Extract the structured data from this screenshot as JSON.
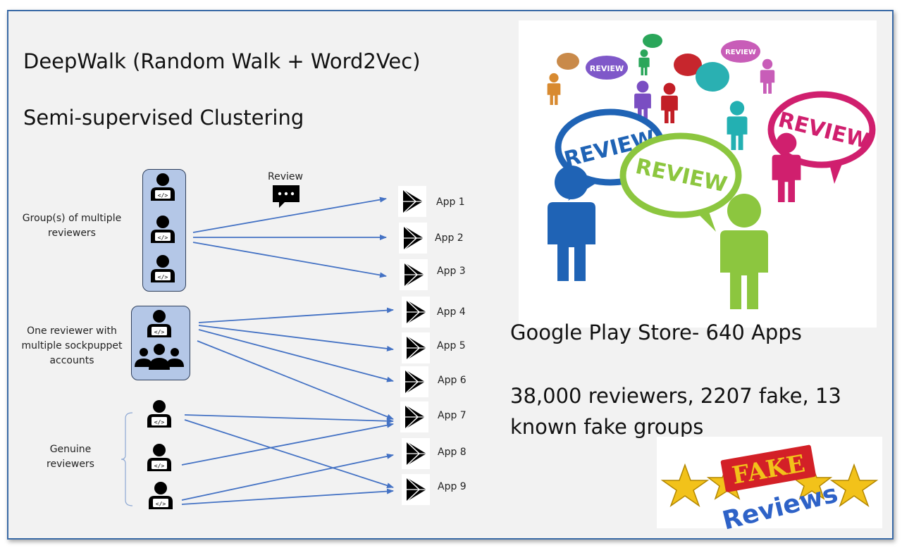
{
  "titles": {
    "line1": "DeepWalk (Random Walk + Word2Vec)",
    "line2": "Semi-supervised Clustering"
  },
  "review_icon_label": "Review",
  "group_labels": {
    "group_reviewers": [
      "Group(s) of multiple",
      "reviewers"
    ],
    "sockpuppet": [
      "One reviewer with",
      "multiple sockpuppet",
      "accounts"
    ],
    "genuine": [
      "Genuine",
      "reviewers"
    ]
  },
  "apps": [
    "App 1",
    "App 2",
    "App 3",
    "App 4",
    "App 5",
    "App 6",
    "App 7",
    "App 8",
    "App 9"
  ],
  "dataset": {
    "store_line": "Google Play Store- 640 Apps",
    "stats_line1": "38,000 reviewers, 2207 fake, 13",
    "stats_line2": "known fake groups"
  },
  "illustration": {
    "bubble_text": "REVIEW",
    "fake_word": "FAKE",
    "reviews_word": "Reviews"
  },
  "colors": {
    "arrow": "#4472c4",
    "group_fill": "#b4c7e7",
    "frame_border": "#3a6aa6"
  }
}
